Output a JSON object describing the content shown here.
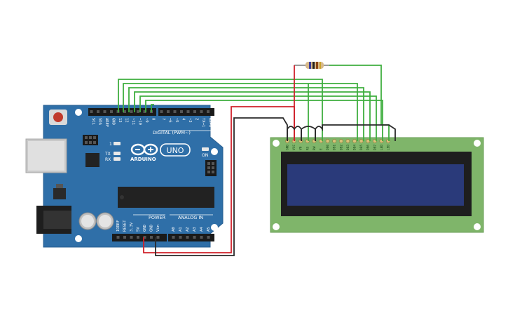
{
  "board": {
    "brand": "ARDUINO",
    "model": "UNO",
    "digital_header_label": "DIGITAL (PWM~)",
    "power_label": "POWER",
    "analog_label": "ANALOG IN",
    "on_label": "ON",
    "tx_label": "TX",
    "rx_label": "RX",
    "l_label": "L",
    "top_pins_left": [
      "SCL",
      "SDA",
      "AREF",
      "GND",
      "13",
      "12",
      "~11",
      "~10",
      "~9",
      "8"
    ],
    "top_pins_right": [
      "7",
      "~6",
      "~5",
      "4",
      "~3",
      "2",
      "TX→1",
      "RX←0"
    ],
    "power_pins": [
      "IOREF",
      "RESET",
      "3.3V",
      "5V",
      "GND",
      "GND",
      "Vin"
    ],
    "analog_pins": [
      "A0",
      "A1",
      "A2",
      "A3",
      "A4",
      "A5"
    ],
    "icsp_label": "1"
  },
  "lcd": {
    "pins": [
      "GND",
      "VCC",
      "V0",
      "RS",
      "RW",
      "E",
      "DB0",
      "DB1",
      "DB2",
      "DB3",
      "DB4",
      "DB5",
      "DB6",
      "DB7",
      "LED",
      "LED"
    ]
  },
  "colors": {
    "board": "#2f6fa8",
    "lcd_pcb": "#7fb56a",
    "lcd_screen": "#2a3a7a",
    "wire_green": "#3fae3f",
    "wire_red": "#d0202a",
    "wire_black": "#2a2a2a"
  }
}
